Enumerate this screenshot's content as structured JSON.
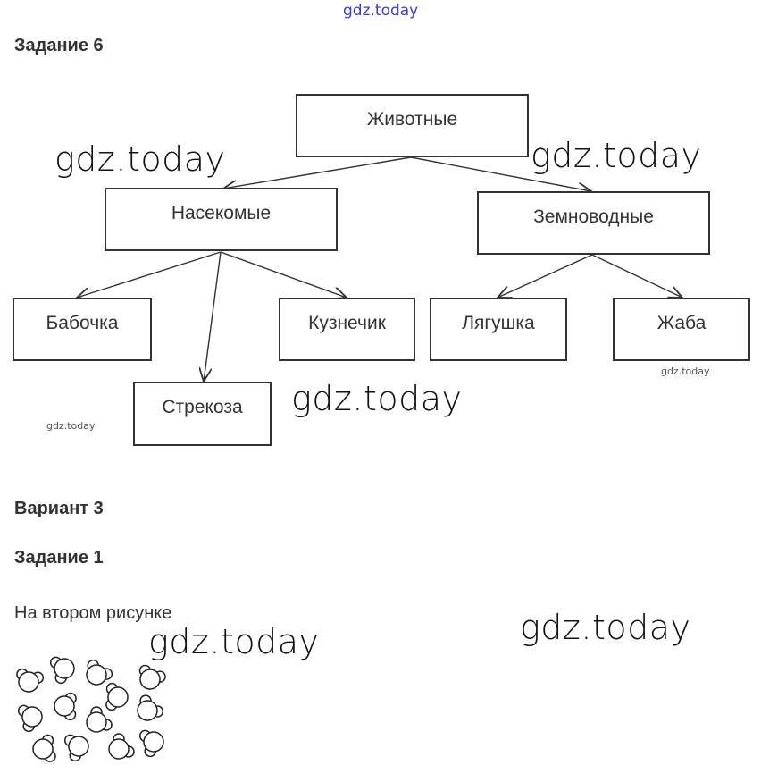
{
  "watermark": "gdz.today",
  "heading1": "Задание 6",
  "tree": {
    "root": "Животные",
    "insects": "Насекомые",
    "amphibians": "Земноводные",
    "butterfly": "Бабочка",
    "dragonfly": "Стрекоза",
    "grasshopper": "Кузнечик",
    "frog": "Лягушка",
    "toad": "Жаба"
  },
  "variant": "Вариант 3",
  "heading2": "Задание 1",
  "answer": "На втором рисунке"
}
